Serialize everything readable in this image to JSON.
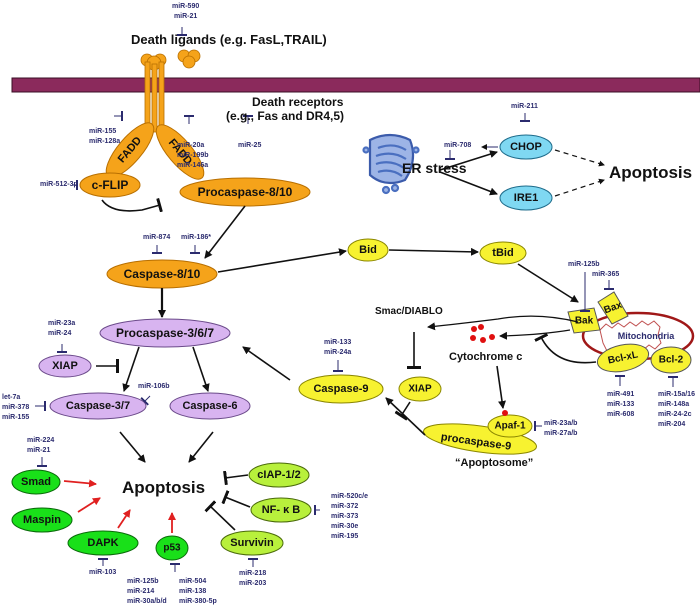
{
  "colors": {
    "membrane": "#8b2a5c",
    "orange_node": "#f5a31a",
    "purple_node": "#d8b4f0",
    "yellow_node": "#f7f230",
    "cyan_node": "#7fd8f2",
    "green_node": "#19e019",
    "lime_node": "#b8f03c",
    "mirna_text": "#2b2b6e",
    "activation_red": "#e02020",
    "mitochondria_outline": "#a01818"
  },
  "labels": {
    "death_ligands": "Death ligands (e.g. FasL,TRAIL)",
    "death_receptors_line1": "Death receptors",
    "death_receptors_line2": "(e.g., Fas and DR4,5)",
    "er_stress": "ER stress",
    "apoptosis_er": "Apoptosis",
    "smac": "Smac/DIABLO",
    "cytochrome_c": "Cytochrome c",
    "apoptosome": "“Apoptosome”",
    "apoptosis_main": "Apoptosis",
    "mitochondria": "Mitochondria"
  },
  "nodes": {
    "fadd_left": "FADD",
    "fadd_right": "FADD",
    "cflip": "c-FLIP",
    "procaspase_8_10": "Procaspase-8/10",
    "caspase_8_10": "Caspase-8/10",
    "chop": "CHOP",
    "ire1": "IRE1",
    "bid": "Bid",
    "tbid": "tBid",
    "bax": "Bax",
    "bak": "Bak",
    "bcl_xl": "Bcl-xL",
    "bcl_2": "Bcl-2",
    "procaspase_3_6_7": "Procaspase-3/6/7",
    "xiap_left": "XIAP",
    "caspase_3_7": "Caspase-3/7",
    "caspase_6": "Caspase-6",
    "caspase_9": "Caspase-9",
    "xiap_right": "XIAP",
    "apaf1": "Apaf-1",
    "procaspase_9": "procaspase-9",
    "smad": "Smad",
    "maspin": "Maspin",
    "dapk": "DAPK",
    "p53": "p53",
    "survivin": "Survivin",
    "ciap": "cIAP-1/2",
    "nfkb": "NF- κ B"
  },
  "mirnas": {
    "ligands": [
      "miR-590",
      "miR-21"
    ],
    "fadd": [
      "miR-155",
      "miR-128a"
    ],
    "receptors_a": [
      "miR-20a",
      "miR-199b",
      "miR-146a"
    ],
    "receptors_b": [
      "miR-25"
    ],
    "cflip": [
      "miR-512-3p"
    ],
    "caspase8_a": [
      "miR-874"
    ],
    "caspase8_b": [
      "miR-186*"
    ],
    "chop": [
      "miR-211"
    ],
    "er_stress": [
      "miR-708"
    ],
    "bid_a": [
      "miR-125b"
    ],
    "bax": [
      "miR-365"
    ],
    "xiap_left": [
      "miR-23a",
      "miR-24"
    ],
    "caspase37_top": [
      "miR-106b"
    ],
    "caspase37_left": [
      "let-7a",
      "miR-378",
      "miR-155"
    ],
    "caspase9": [
      "miR-133",
      "miR-24a"
    ],
    "bcl_xl": [
      "miR-491",
      "miR-133",
      "miR-608"
    ],
    "bcl_2": [
      "miR-15a/16",
      "miR-148a",
      "miR-24-2c",
      "miR-204"
    ],
    "apaf1": [
      "miR-23a/b",
      "miR-27a/b"
    ],
    "smad": [
      "miR-224",
      "miR-21"
    ],
    "nfkb": [
      "miR-520c/e",
      "miR-372",
      "miR-373",
      "miR-30e",
      "miR-195"
    ],
    "dapk": [
      "miR-103"
    ],
    "p53_a": [
      "miR-125b",
      "miR-214",
      "miR-30a/b/d"
    ],
    "p53_b": [
      "miR-504",
      "miR-138",
      "miR-380-5p"
    ],
    "survivin": [
      "miR-218",
      "miR-203"
    ]
  }
}
